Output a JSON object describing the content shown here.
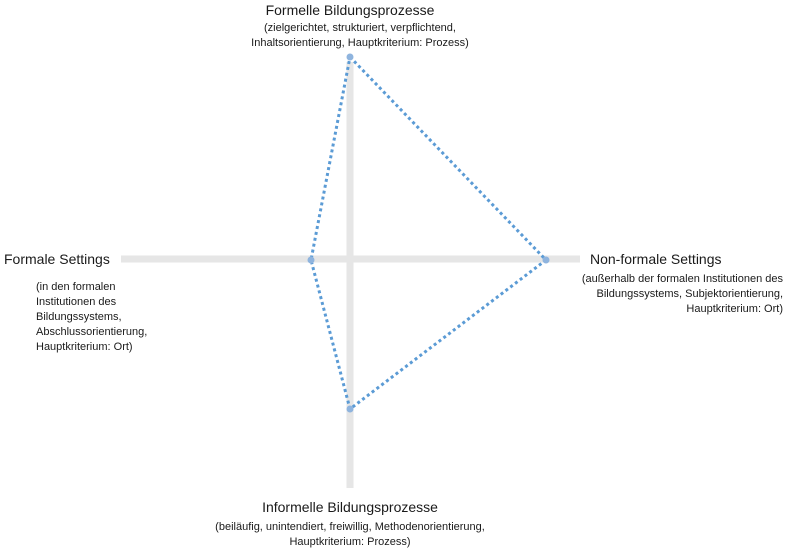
{
  "top": {
    "title": "Formelle Bildungsprozesse",
    "desc": [
      "(zielgerichtet, strukturiert, verpflichtend,",
      "Inhaltsorientierung, Hauptkriterium: Prozess)"
    ]
  },
  "left": {
    "title": "Formale Settings",
    "desc": [
      "(in den formalen",
      "Institutionen des",
      "Bildungssystems,",
      "Abschlussorientierung,",
      "Hauptkriterium: Ort)"
    ]
  },
  "right": {
    "title": "Non-formale Settings",
    "desc": [
      "(außerhalb der formalen Institutionen des",
      "Bildungssystems, Subjektorientierung,",
      "Hauptkriterium: Ort)"
    ]
  },
  "bottom": {
    "title": "Informelle Bildungsprozesse",
    "desc": [
      "(beiläufig, unintendiert, freiwillig, Methodenorientierung,",
      "Hauptkriterium: Prozess)"
    ]
  },
  "colors": {
    "axis": "#e6e6e6",
    "polygon": "#5b9bd5",
    "text": "#1a1a1a"
  }
}
